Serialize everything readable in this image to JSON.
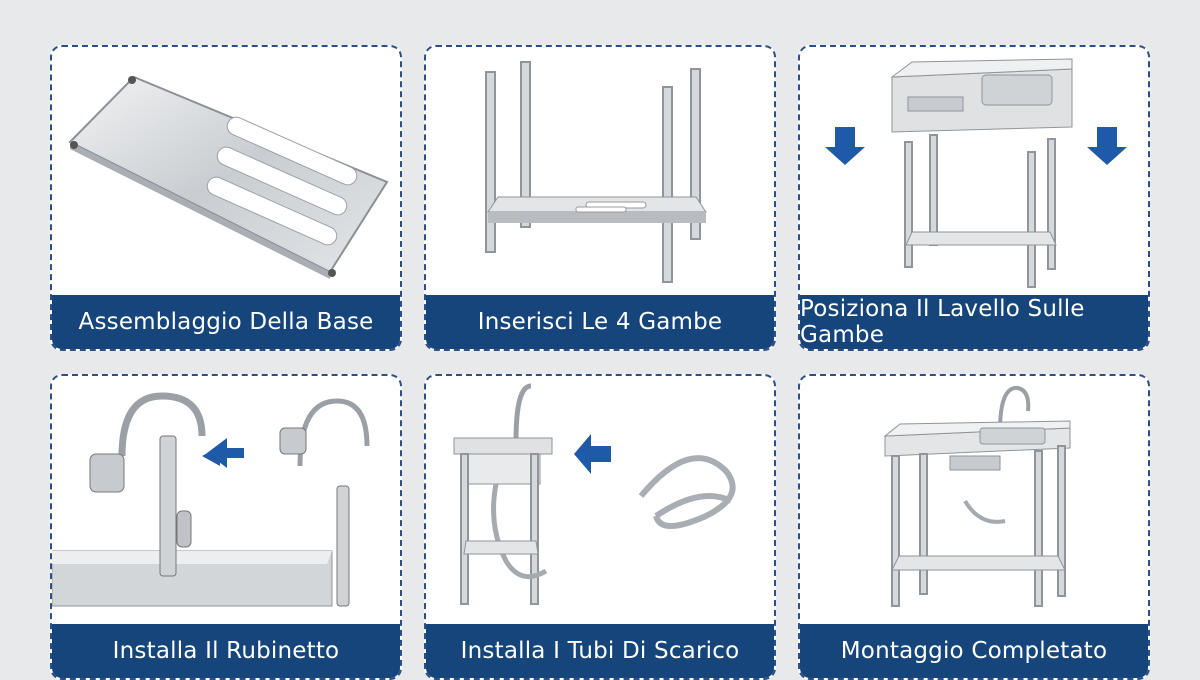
{
  "steps": [
    {
      "label": "Assemblaggio Della Base",
      "icon": "base-shelf-illustration"
    },
    {
      "label": "Inserisci Le 4 Gambe",
      "icon": "legs-frame-illustration"
    },
    {
      "label": "Posiziona Il Lavello Sulle Gambe",
      "icon": "sink-on-legs-illustration"
    },
    {
      "label": "Installa Il Rubinetto",
      "icon": "faucet-illustration"
    },
    {
      "label": "Installa I Tubi Di Scarico",
      "icon": "drain-hoses-illustration"
    },
    {
      "label": "Montaggio Completato",
      "icon": "completed-sink-illustration"
    }
  ],
  "colors": {
    "accent": "#15457a",
    "border": "#2b4f86",
    "arrow": "#1f5aa8",
    "background": "#e8e9eb"
  }
}
